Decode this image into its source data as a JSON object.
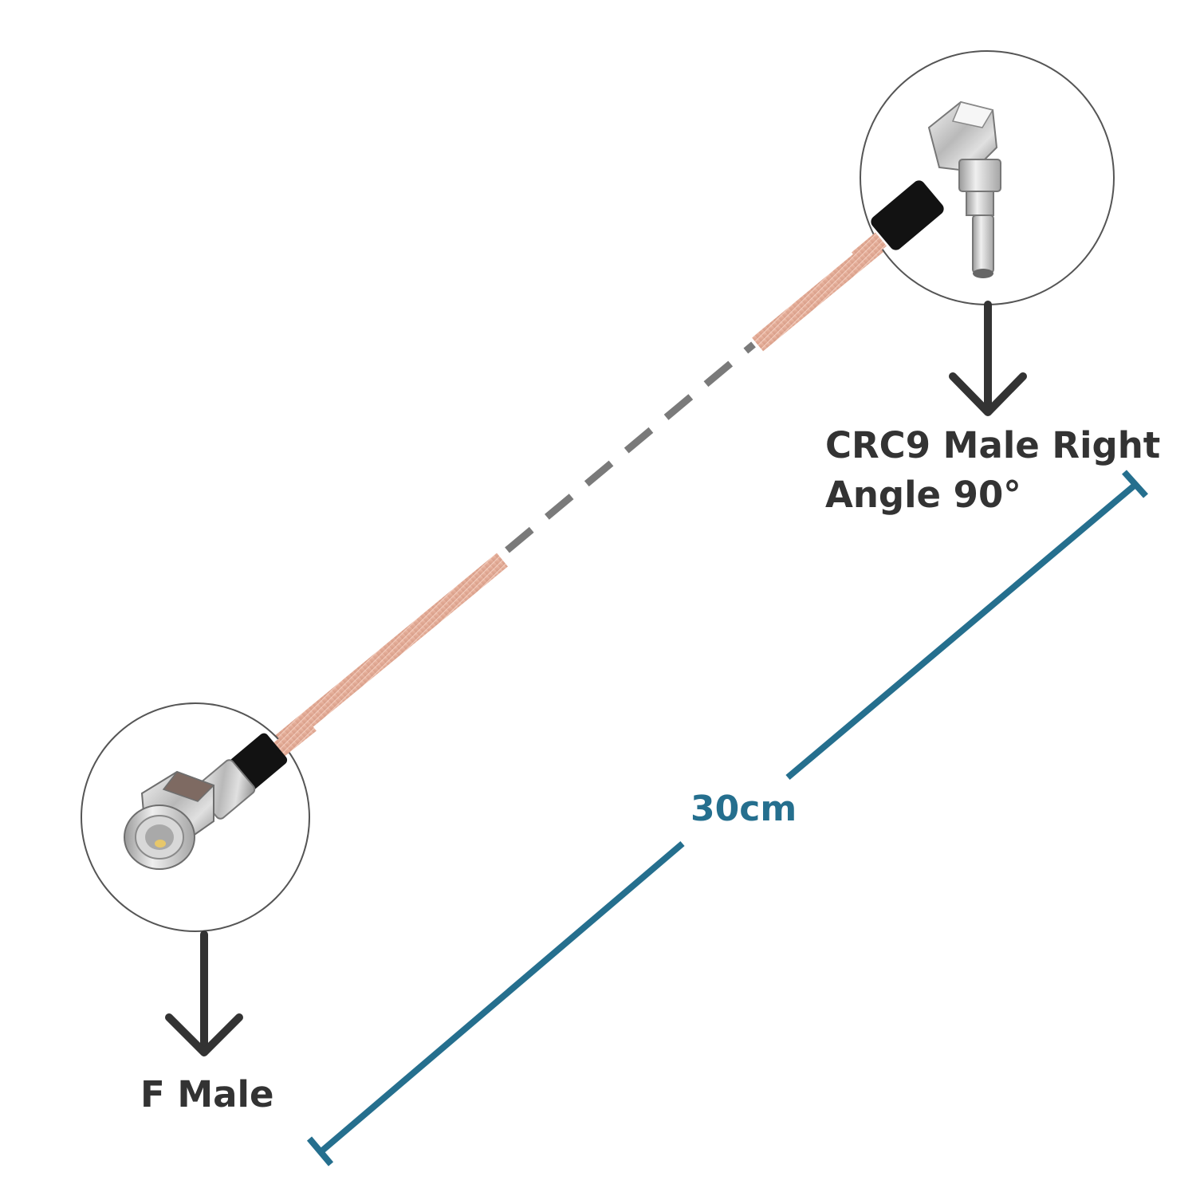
{
  "labels": {
    "right_connector_line1": "CRC9 Male Right",
    "right_connector_line2": "Angle 90°",
    "left_connector": "F Male",
    "length": "30cm"
  },
  "colors": {
    "background": "#ffffff",
    "text": "#333333",
    "measure_line": "#256f8e",
    "cable": "#e6b3a0",
    "cable_dash": "#7a7a7a",
    "sleeve": "#111111",
    "metal": "#c9c9c9",
    "circle_outline": "#555555",
    "arrow": "#333333"
  },
  "icons": {
    "right_connector": "crc9-right-angle-connector-icon",
    "left_connector": "f-male-connector-icon"
  }
}
